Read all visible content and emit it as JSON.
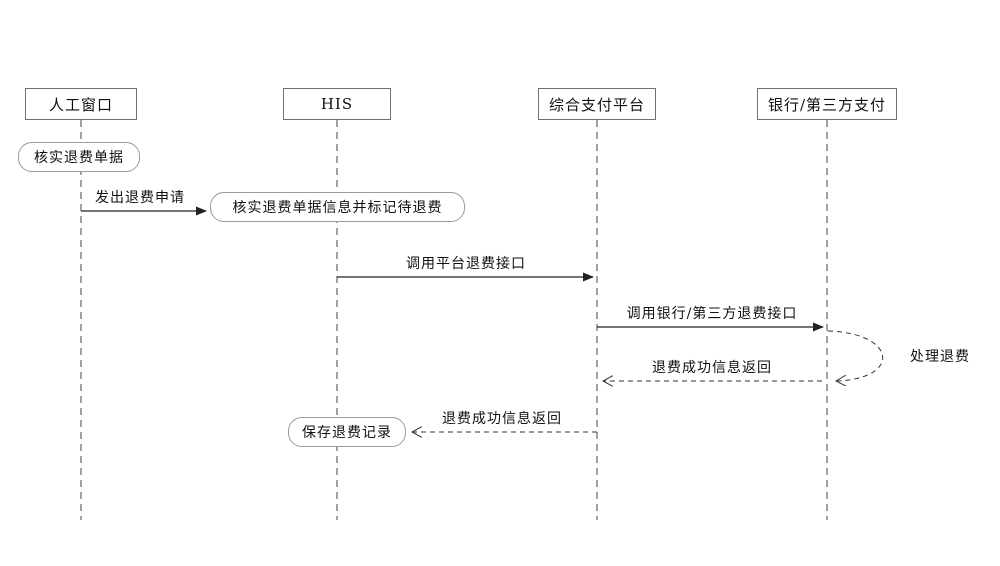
{
  "diagram_type": "sequence-diagram",
  "colors": {
    "line": "#333333",
    "box_border": "#9a9a9a",
    "text": "#111111",
    "background": "#ffffff"
  },
  "actors": [
    {
      "label": "人工窗口"
    },
    {
      "label": "HIS"
    },
    {
      "label": "综合支付平台"
    },
    {
      "label": "银行/第三方支付"
    }
  ],
  "nodes": [
    {
      "label": "核实退费单据"
    },
    {
      "label": "核实退费单据信息并标记待退费"
    },
    {
      "label": "保存退费记录"
    }
  ],
  "messages": [
    {
      "label": "发出退费申请",
      "from": "人工窗口",
      "to": "HIS",
      "style": "solid"
    },
    {
      "label": "调用平台退费接口",
      "from": "HIS",
      "to": "综合支付平台",
      "style": "solid"
    },
    {
      "label": "调用银行/第三方退费接口",
      "from": "综合支付平台",
      "to": "银行/第三方支付",
      "style": "solid"
    },
    {
      "label": "处理退费",
      "from": "银行/第三方支付",
      "to": "银行/第三方支付",
      "style": "dashed-self-loop"
    },
    {
      "label": "退费成功信息返回",
      "from": "银行/第三方支付",
      "to": "综合支付平台",
      "style": "dashed"
    },
    {
      "label": "退费成功信息返回",
      "from": "综合支付平台",
      "to": "HIS",
      "style": "dashed"
    }
  ]
}
